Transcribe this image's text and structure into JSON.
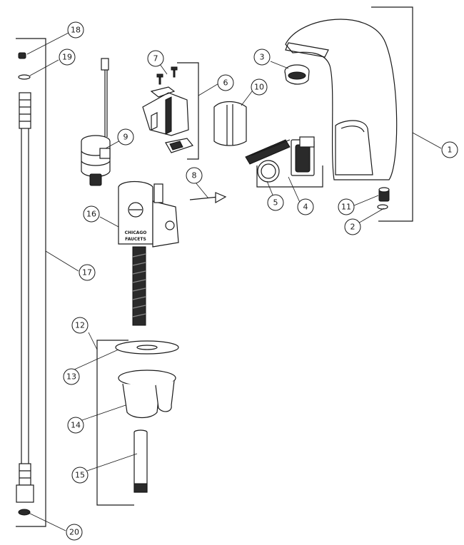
{
  "diagram": {
    "brand_mark": [
      "CHICAGO",
      "FAUCETS"
    ],
    "callouts": [
      {
        "id": "1",
        "label": "1"
      },
      {
        "id": "2",
        "label": "2"
      },
      {
        "id": "3",
        "label": "3"
      },
      {
        "id": "4",
        "label": "4"
      },
      {
        "id": "5",
        "label": "5"
      },
      {
        "id": "6",
        "label": "6"
      },
      {
        "id": "7",
        "label": "7"
      },
      {
        "id": "8",
        "label": "8"
      },
      {
        "id": "9",
        "label": "9"
      },
      {
        "id": "10",
        "label": "10"
      },
      {
        "id": "11",
        "label": "11"
      },
      {
        "id": "12",
        "label": "12"
      },
      {
        "id": "13",
        "label": "13"
      },
      {
        "id": "14",
        "label": "14"
      },
      {
        "id": "15",
        "label": "15"
      },
      {
        "id": "16",
        "label": "16"
      },
      {
        "id": "17",
        "label": "17"
      },
      {
        "id": "18",
        "label": "18"
      },
      {
        "id": "19",
        "label": "19"
      },
      {
        "id": "20",
        "label": "20"
      }
    ]
  }
}
